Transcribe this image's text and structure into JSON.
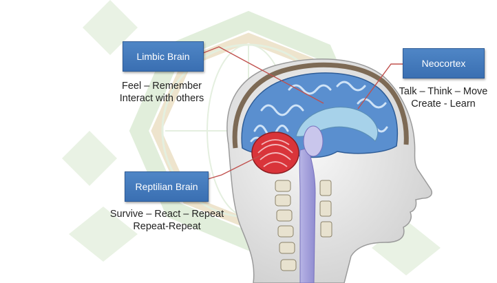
{
  "top_cut_text": "",
  "limbic": {
    "label": "Limbic Brain",
    "line1": "Feel – Remember",
    "line2": "Interact with others"
  },
  "neocortex": {
    "label": "Neocortex",
    "line1": "Talk – Think – Move",
    "line2": "Create - Learn"
  },
  "reptilian": {
    "label": "Reptilian Brain",
    "line1": "Survive – React – Repeat",
    "line2": "Repeat-Repeat"
  },
  "colors": {
    "box_fill": "#3f77bb",
    "leader_line": "#c0504d",
    "watermark": "#d8ead2",
    "cortex": "#5a8fcf",
    "cerebellum": "#d9343a"
  }
}
